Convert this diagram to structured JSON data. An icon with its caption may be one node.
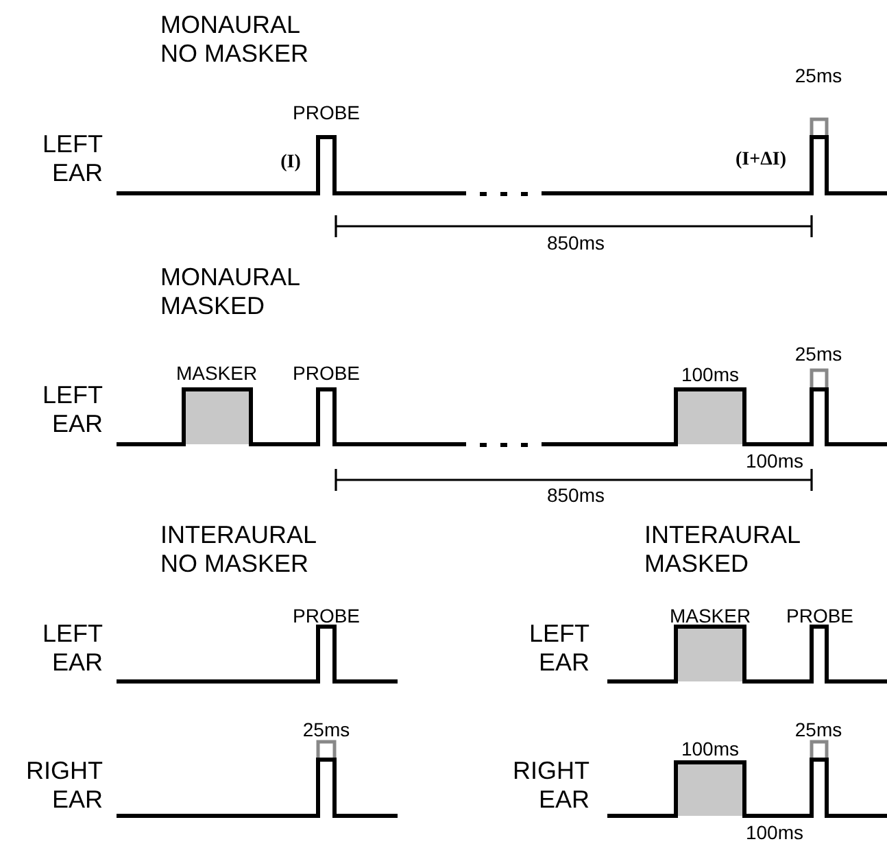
{
  "diagram": {
    "labels": [
      "MONAURAL NO MASKER",
      "25ms",
      "PROBE",
      "LEFT EAR",
      "(I)",
      "(I+ΔI)",
      "850ms",
      "MONAURAL MASKED",
      "25ms",
      "MASKER",
      "PROBE",
      "100ms",
      "LEFT EAR",
      "100ms",
      "850ms",
      "INTERAURAL NO MASKER",
      "INTERAURAL MASKED",
      "PROBE",
      "MASKER",
      "PROBE",
      "LEFT EAR",
      "LEFT EAR",
      "25ms",
      "25ms",
      "100ms",
      "RIGHT EAR",
      "RIGHT EAR",
      "100ms"
    ]
  }
}
